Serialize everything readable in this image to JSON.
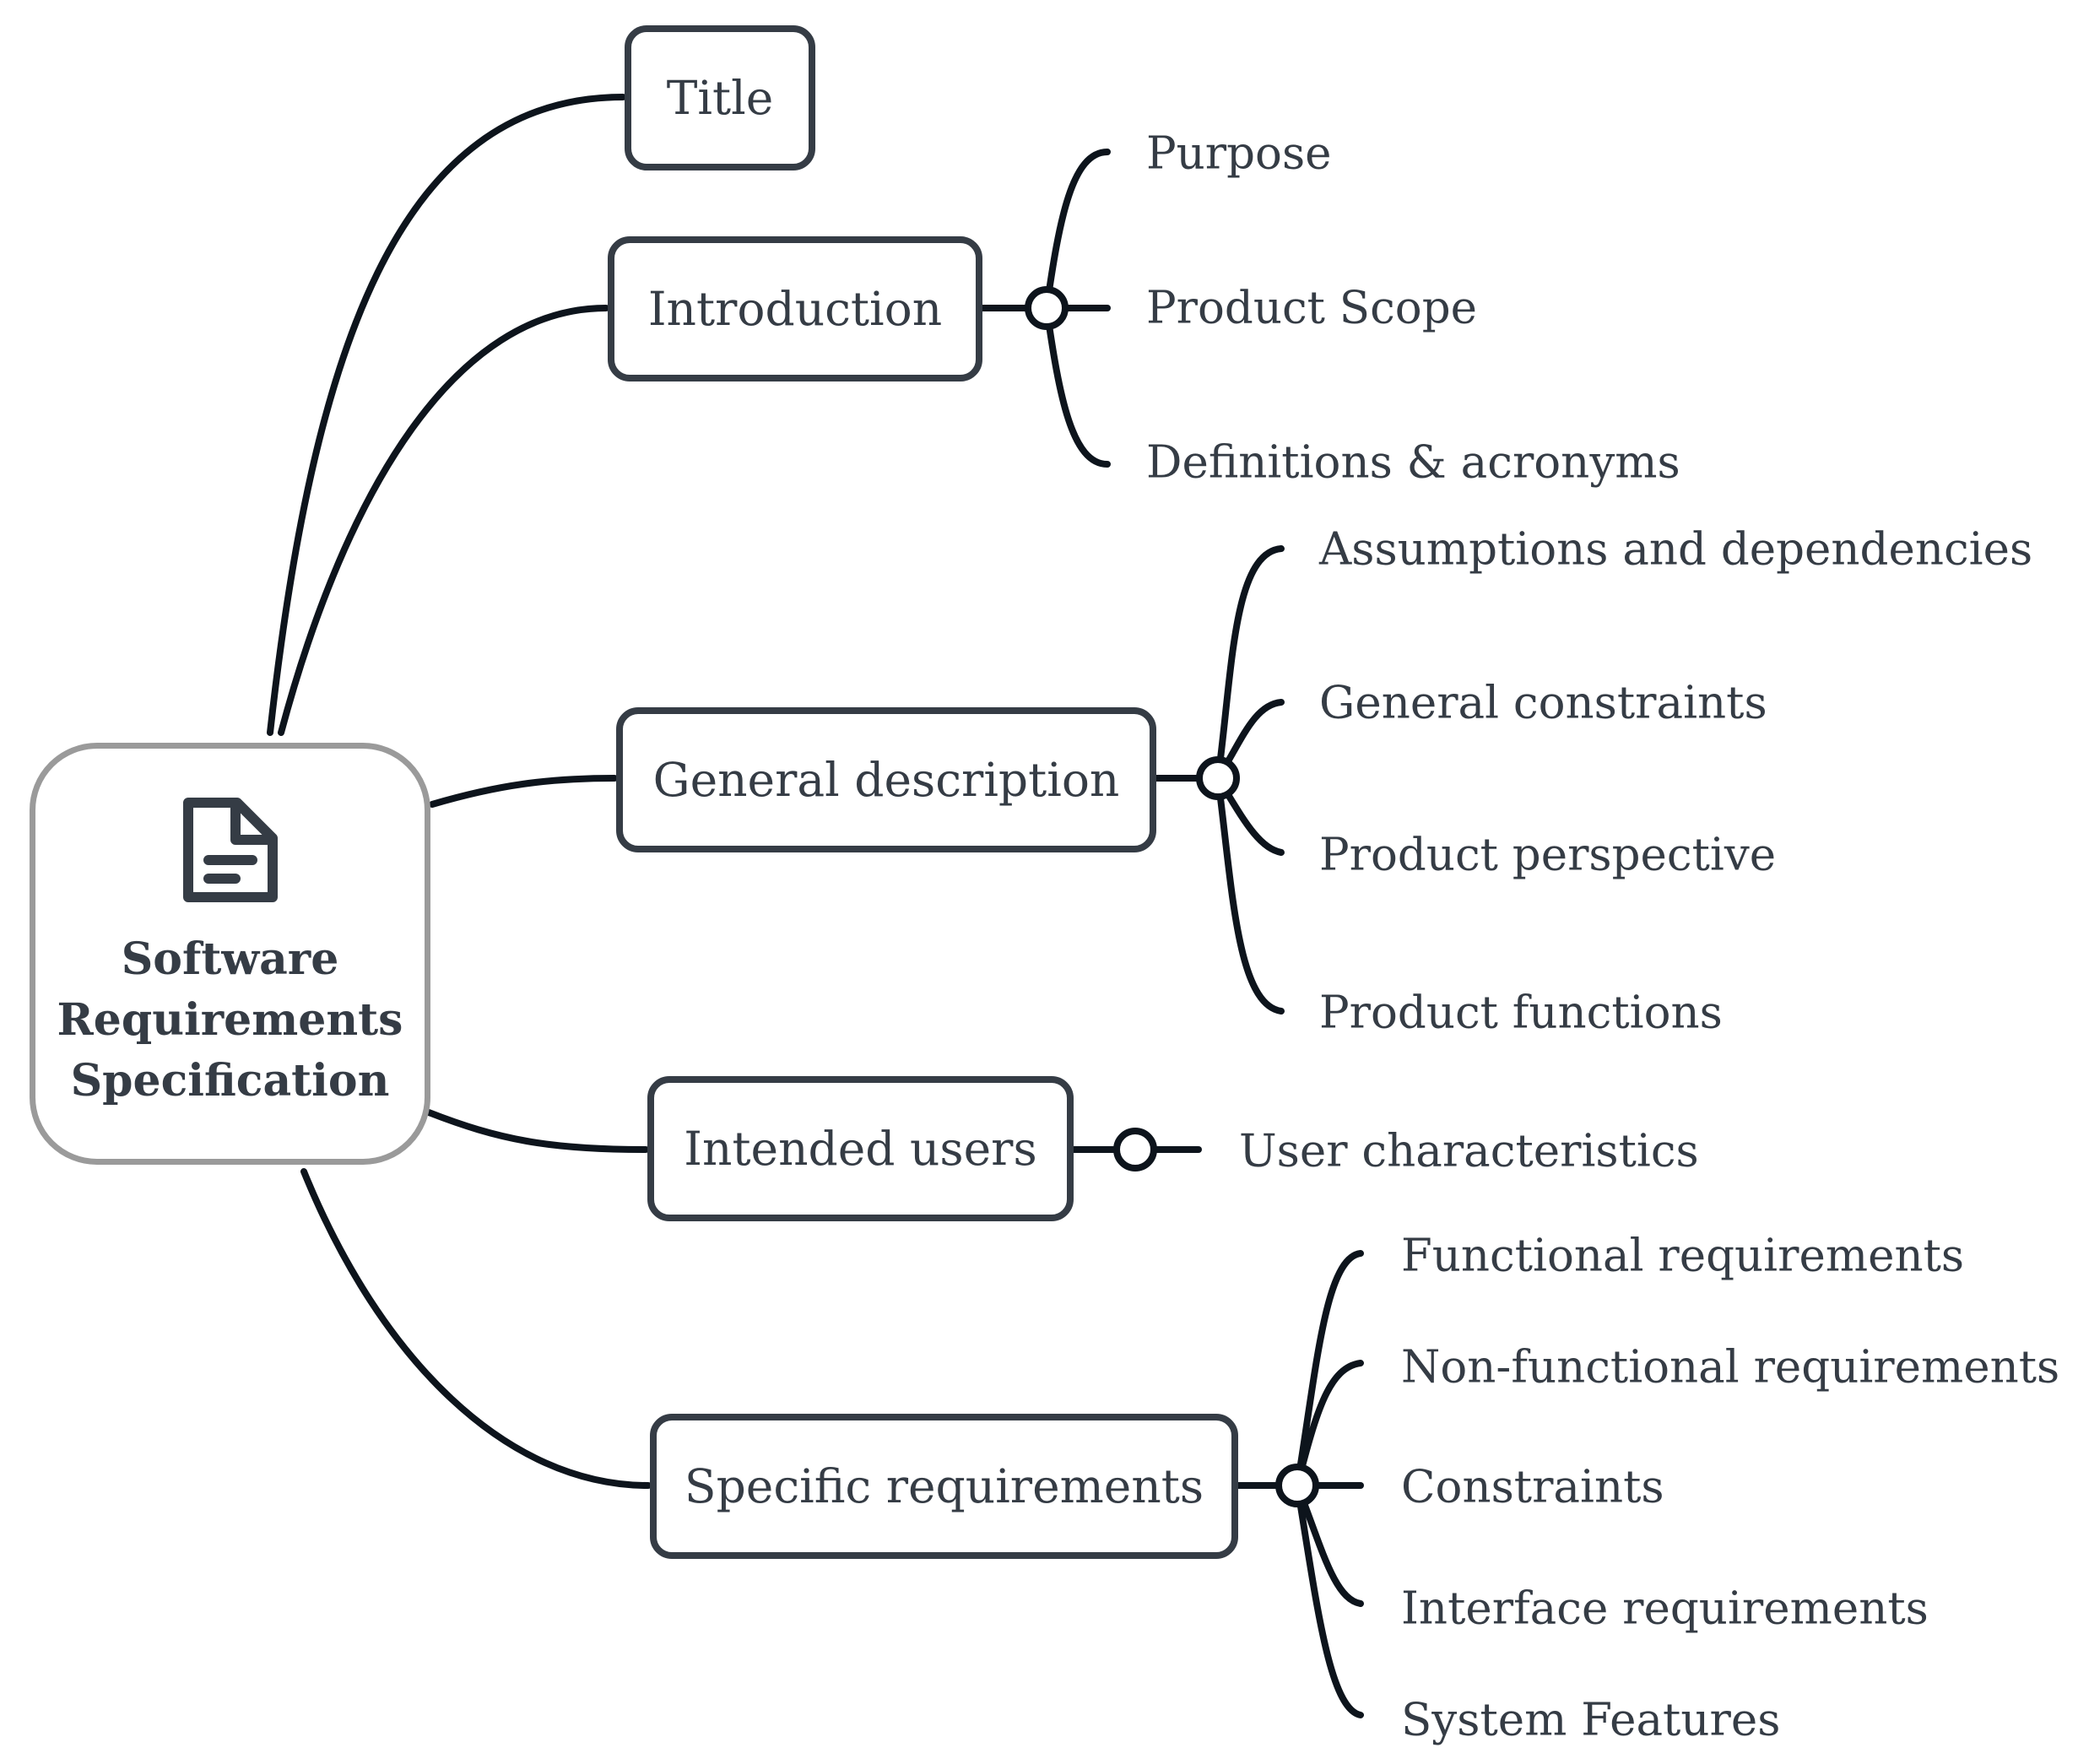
{
  "root": {
    "title": "Software Requirements Specification",
    "icon": "document-icon"
  },
  "branches": {
    "title": {
      "label": "Title",
      "children": []
    },
    "introduction": {
      "label": "Introduction",
      "children": [
        "Purpose",
        "Product Scope",
        "Definitions & acronyms"
      ]
    },
    "general_description": {
      "label": "General description",
      "children": [
        "Assumptions and dependencies",
        "General constraints",
        "Product perspective",
        "Product functions"
      ]
    },
    "intended_users": {
      "label": "Intended users",
      "children": [
        "User characteristics"
      ]
    },
    "specific_requirements": {
      "label": "Specific requirements",
      "children": [
        "Functional requirements",
        "Non-functional requirements",
        "Constraints",
        "Interface requirements",
        "System Features"
      ]
    }
  },
  "colors": {
    "line": "#0d141c",
    "box_border": "#353c45",
    "root_border": "#9a9a9a",
    "text": "#353c45"
  }
}
